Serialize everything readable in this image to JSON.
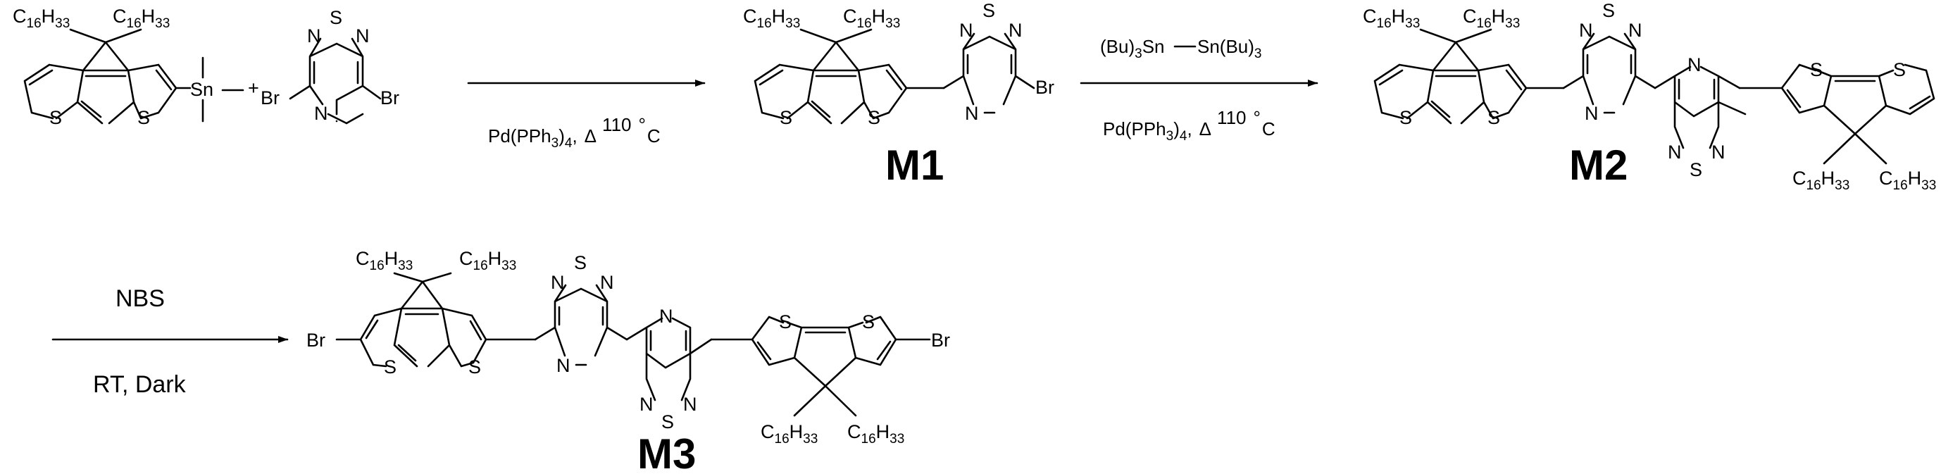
{
  "substituent": {
    "name": "C16H33",
    "main": "C",
    "num": "16",
    "h": "H",
    "hnum": "33"
  },
  "atoms": {
    "sulfur": "S",
    "nitrogen": "N",
    "bromine": "Br",
    "tin": "Sn"
  },
  "plus_sign": "+",
  "reagents": {
    "step1_catalyst": "Pd(PPh3)4, Δ 110 °C",
    "step2_reagent": "(Bu)3Sn—Sn(Bu)3",
    "step2_catalyst": "Pd(PPh3)4, Δ 110 °C",
    "step3_reagent": "NBS",
    "step3_conditions": "RT, Dark"
  },
  "reagent_parts": {
    "pd": "Pd(PPh",
    "three": "3",
    "four": "4",
    "close": ")",
    "comma": ",",
    "delta": "Δ",
    "temp": "110",
    "deg": "°",
    "celsius": "C",
    "bu_open": "(Bu)",
    "bu_sn": "Sn",
    "bu_sn_left": "Sn(Bu)",
    "bu_three": "3"
  },
  "compounds": {
    "m1": "M1",
    "m2": "M2",
    "m3": "M3"
  }
}
